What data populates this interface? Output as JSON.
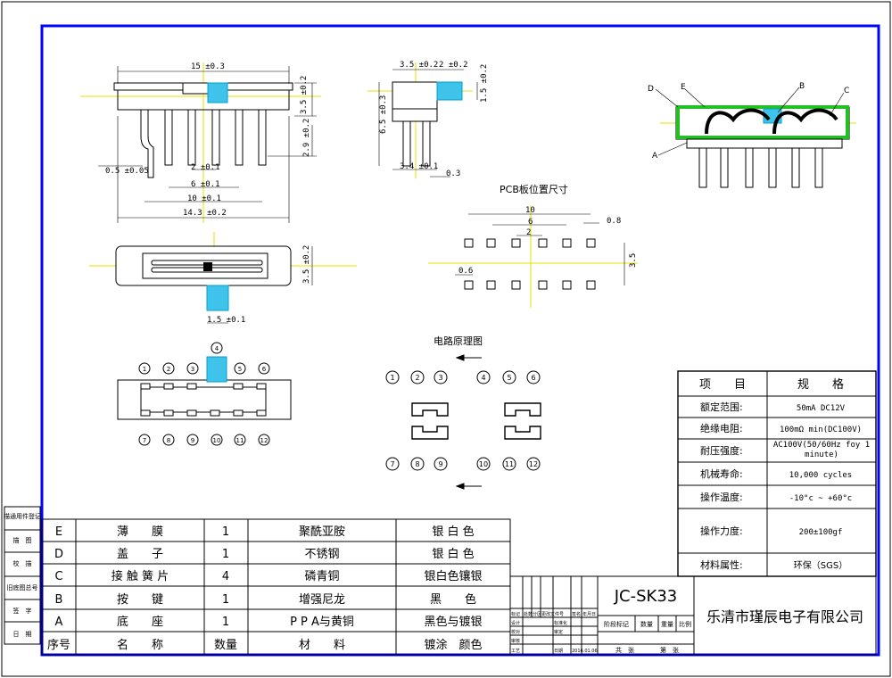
{
  "top_view": {
    "dim_15": "15 ±0.3",
    "dim_3_5": "3.5 ±0.2",
    "dim_2_9": "2.9 ±0.2",
    "dim_0_5": "0.5 ±0.05",
    "dim_2": "2 ±0.1",
    "dim_6": "6 ±0.1",
    "dim_10": "10 ±0.1",
    "dim_14_3": "14.3 ±0.2"
  },
  "side_view": {
    "dim_3_5": "3.5 ±0.2",
    "dim_2": "2 ±0.2",
    "dim_1_5": "1.5 ±0.2",
    "dim_6_5": "6.5 ±0.3",
    "dim_3_4": "3.4 ±0.1",
    "dim_0_3": "0.3"
  },
  "iso_labels": {
    "a": "A",
    "b": "B",
    "c": "C",
    "d": "D",
    "e": "E"
  },
  "pcb": {
    "title": "PCB板位置尺寸",
    "d10": "10",
    "d6": "6",
    "d2": "2",
    "d0_8": "0.8",
    "d3_5": "3.5",
    "d0_6": "0.6"
  },
  "bottom_view": {
    "dim_3_5": "3.5 ±0.2",
    "dim_1_5": "1.5 ±0.1"
  },
  "pins": {
    "top": [
      "1",
      "2",
      "3",
      "4",
      "5",
      "6"
    ],
    "bottom": [
      "7",
      "8",
      "9",
      "10",
      "11",
      "12"
    ]
  },
  "circuit": {
    "title": "电路原理图"
  },
  "spec_table": {
    "header": [
      "项　　目",
      "规　　格"
    ],
    "rows": [
      [
        "额定范围:",
        "50mA DC12V"
      ],
      [
        "绝缘电阻:",
        "100mΩ min(DC100V)"
      ],
      [
        "耐压强度:",
        "AC100V(50/60Hz foy 1 minute)"
      ],
      [
        "机械寿命:",
        "10,000 cycles"
      ],
      [
        "操作温度:",
        "-10°c ~ +60°c"
      ],
      [
        "操作力度:",
        "200±100gf"
      ],
      [
        "材料属性:",
        "环保（SGS）"
      ]
    ]
  },
  "bom": {
    "rows": [
      [
        "E",
        "薄　　膜",
        "1",
        "聚酰亚胺",
        "银 白 色"
      ],
      [
        "D",
        "盖　　子",
        "1",
        "不锈钢",
        "银 白 色"
      ],
      [
        "C",
        "接 触 簧 片",
        "4",
        "磷青铜",
        "银白色镶银"
      ],
      [
        "B",
        "按　　键",
        "1",
        "增强尼龙",
        "黑　　色"
      ],
      [
        "A",
        "底　　座",
        "1",
        "P P A与黄铜",
        "黑色与镀银"
      ]
    ],
    "header": [
      "序号",
      "名　　称",
      "数量",
      "材　　料",
      "镀涂　颜色"
    ]
  },
  "title_block": {
    "model": "JC-SK33",
    "company": "乐清市瑾辰电子有限公司",
    "stage": "阶段标记",
    "qty": "数量",
    "weight": "重量",
    "scale": "比例",
    "total": "共　张",
    "sheet": "第　张",
    "r1": [
      "标记",
      "处数",
      "分区",
      "更改文件号",
      "签名",
      "年月日"
    ],
    "r2": [
      "设计",
      "",
      "",
      "标准化"
    ],
    "r3": [
      "校对",
      "",
      "",
      "审定"
    ],
    "r4": [
      "审核"
    ],
    "r5": [
      "工艺",
      "",
      "",
      "日期",
      "2016.01.06"
    ]
  },
  "side_strip": [
    "描通用件登记",
    "描　图",
    "校　描",
    "旧底图总号",
    "签　字",
    "日　期"
  ],
  "colors": {
    "frame": "#0000ff",
    "accent": "#00b0e0",
    "green": "#22c022",
    "yellow": "#e8e000",
    "red": "#ff0000"
  }
}
